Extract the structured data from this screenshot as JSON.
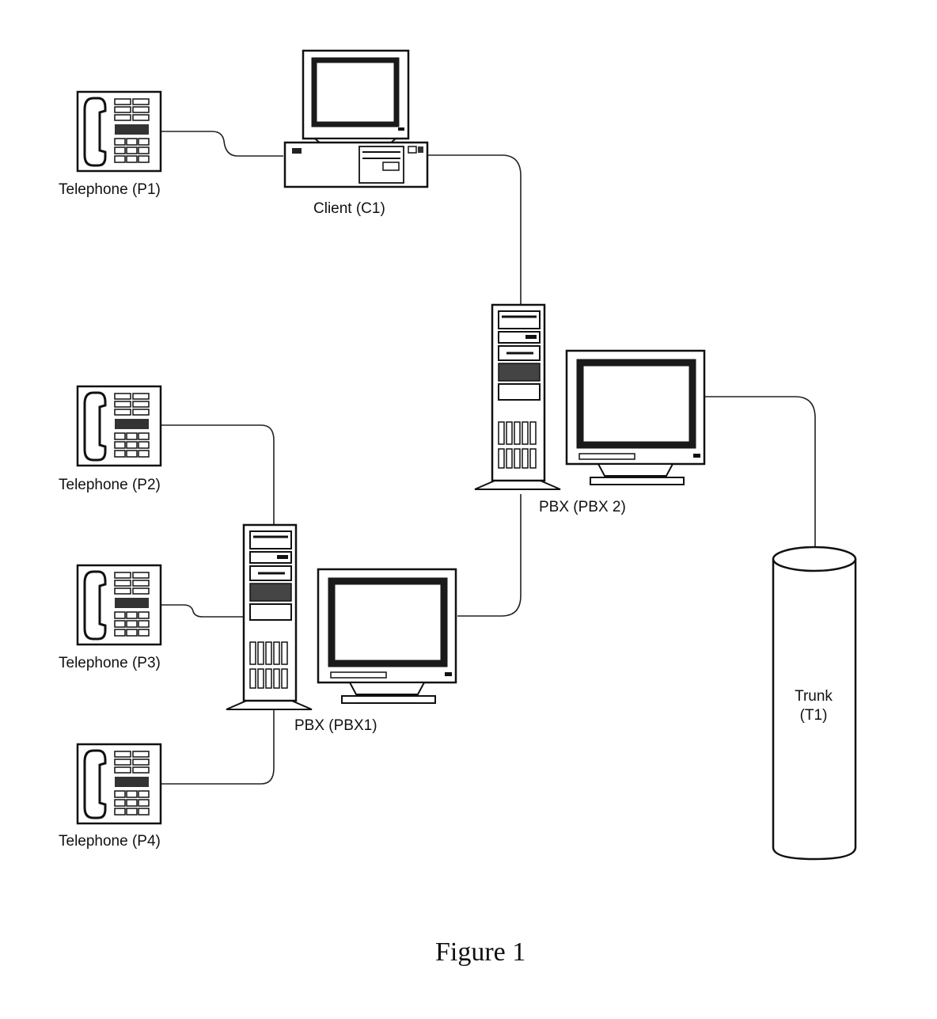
{
  "nodes": {
    "telephone_p1": {
      "label": "Telephone (P1)"
    },
    "telephone_p2": {
      "label": "Telephone (P2)"
    },
    "telephone_p3": {
      "label": "Telephone (P3)"
    },
    "telephone_p4": {
      "label": "Telephone (P4)"
    },
    "client_c1": {
      "label": "Client (C1)"
    },
    "pbx_1": {
      "label": "PBX (PBX1)"
    },
    "pbx_2": {
      "label": "PBX (PBX 2)"
    },
    "trunk_t1": {
      "label_line1": "Trunk",
      "label_line2": "(T1)"
    }
  },
  "connections": [
    {
      "from": "Telephone (P1)",
      "to": "Client (C1)"
    },
    {
      "from": "Client (C1)",
      "to": "PBX (PBX 2)"
    },
    {
      "from": "PBX (PBX 2)",
      "to": "Trunk (T1)"
    },
    {
      "from": "PBX (PBX1)",
      "to": "PBX (PBX 2)"
    },
    {
      "from": "Telephone (P2)",
      "to": "PBX (PBX1)"
    },
    {
      "from": "Telephone (P3)",
      "to": "PBX (PBX1)"
    },
    {
      "from": "Telephone (P4)",
      "to": "PBX (PBX1)"
    }
  ],
  "caption": "Figure 1",
  "colors": {
    "ink": "#111111",
    "background": "#ffffff",
    "screen": "#1a1a1a"
  }
}
